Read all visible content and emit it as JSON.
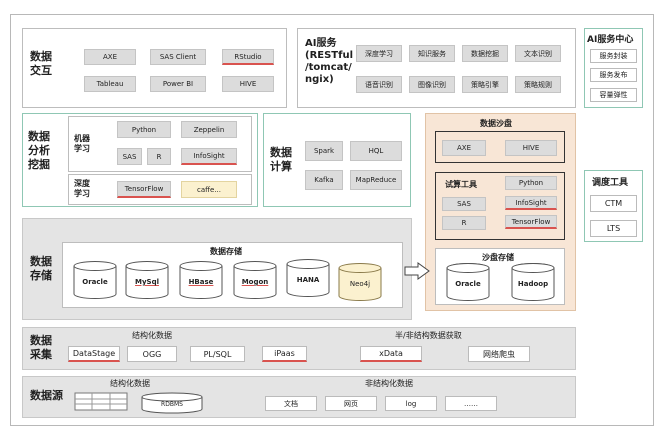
{
  "interaction": {
    "title": "数据\n交互",
    "buttons": [
      "AXE",
      "SAS Client",
      "RStudio",
      "Tableau",
      "Power BI",
      "HIVE"
    ]
  },
  "ai_services": {
    "title": "AI服务\n(RESTful\n/tomcat/\nngix)",
    "buttons": [
      "深度学习",
      "知识服务",
      "数据挖掘",
      "文本识别",
      "语音识别",
      "图像识别",
      "策略引擎",
      "策略规则"
    ]
  },
  "ai_center": {
    "title": "AI服务中心",
    "items": [
      "服务封装",
      "服务发布",
      "容量弹性"
    ]
  },
  "analysis": {
    "title": "数据\n分析\n挖掘",
    "ml_label": "机器\n学习",
    "dl_label": "深度\n学习",
    "ml_buttons": [
      "Python",
      "Zeppelin",
      "SAS",
      "R",
      "InfoSight"
    ],
    "dl_buttons": [
      "TensorFlow",
      "caffe..."
    ]
  },
  "compute": {
    "title": "数据\n计算",
    "buttons": [
      "Spark",
      "HQL",
      "Kafka",
      "MapReduce"
    ]
  },
  "sandbox": {
    "title": "数据沙盘",
    "top_buttons": [
      "AXE",
      "HIVE"
    ],
    "tools_label": "试算工具",
    "tools": [
      "Python",
      "SAS",
      "InfoSight",
      "R",
      "TensorFlow"
    ],
    "storage_title": "沙盘存储",
    "storage": [
      "Oracle",
      "Hadoop"
    ]
  },
  "scheduler": {
    "title": "调度工具",
    "items": [
      "CTM",
      "LTS"
    ]
  },
  "storage": {
    "title": "数据\n存储",
    "inner_title": "数据存储",
    "dbs": [
      "Oracle",
      "MySql",
      "HBase",
      "Mogon",
      "HANA",
      "Neo4j"
    ]
  },
  "collection": {
    "title": "数据\n采集",
    "structured_label": "结构化数据",
    "unstructured_label": "半/非结构数据获取",
    "buttons": [
      "DataStage",
      "OGG",
      "PL/SQL",
      "iPaas",
      "xData",
      "网络爬虫"
    ]
  },
  "source": {
    "title": "数据源",
    "structured_label": "结构化数据",
    "unstructured_label": "非结构化数据",
    "rdbms": "RDBMS",
    "buttons": [
      "文档",
      "网页",
      "log",
      "……"
    ]
  }
}
